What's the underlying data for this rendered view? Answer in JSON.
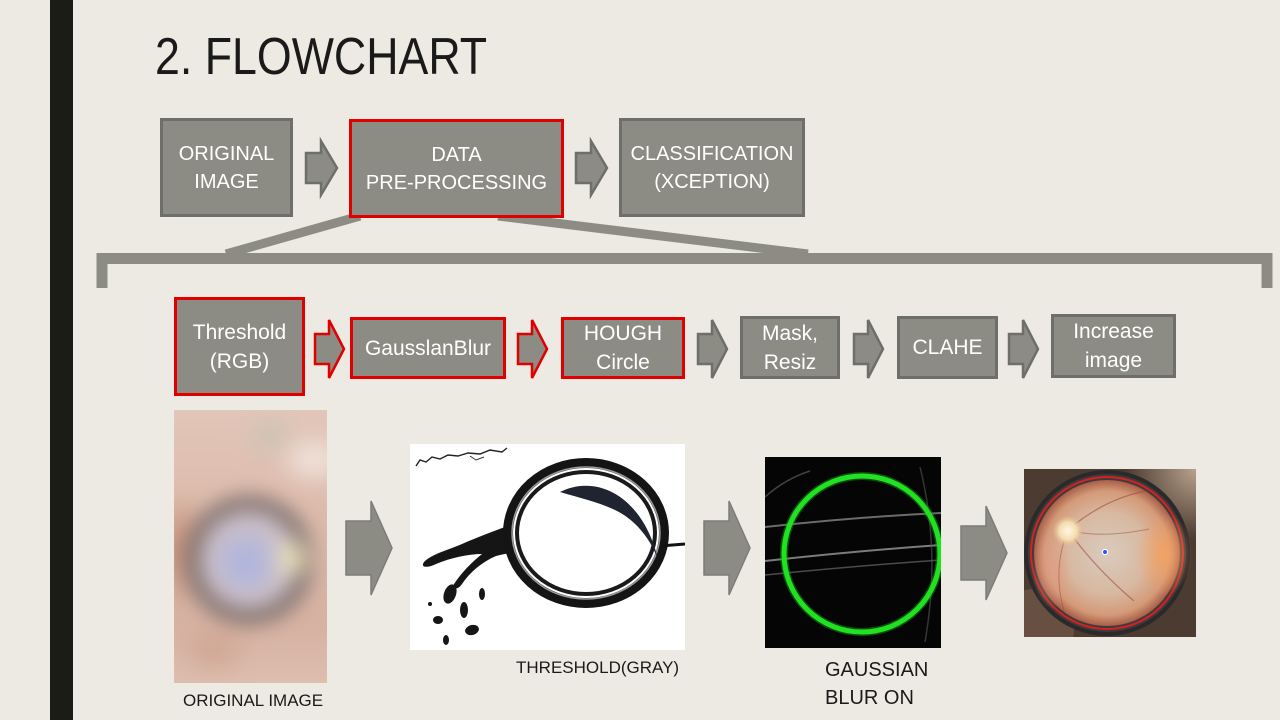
{
  "slide": {
    "title": "2. FLOWCHART"
  },
  "colors": {
    "background": "#EDEAE3",
    "accent_bar": "#1B1C15",
    "box_fill": "#8C8C85",
    "box_border": "#6F6F69",
    "highlight": "#E00000",
    "box_text": "#FFFFFF",
    "text": "#1A1A1A"
  },
  "pipeline": {
    "steps": [
      {
        "lines": [
          "ORIGINAL",
          "IMAGE"
        ],
        "highlighted": false
      },
      {
        "lines": [
          "DATA",
          "PRE-PROCESSING"
        ],
        "highlighted": true
      },
      {
        "lines": [
          "CLASSIFICATION",
          "(XCEPTION)"
        ],
        "highlighted": false
      }
    ],
    "arrows": [
      {
        "highlighted": false
      },
      {
        "highlighted": false
      }
    ]
  },
  "preprocessing": {
    "steps": [
      {
        "lines": [
          "Threshold",
          "(RGB)"
        ],
        "highlighted": true
      },
      {
        "lines": [
          "GausslanBlur"
        ],
        "highlighted": true
      },
      {
        "lines": [
          "HOUGH",
          "Circle"
        ],
        "highlighted": true
      },
      {
        "lines": [
          "Mask,",
          "Resiz"
        ],
        "highlighted": false
      },
      {
        "lines": [
          "CLAHE"
        ],
        "highlighted": false
      },
      {
        "lines": [
          "Increase",
          "image"
        ],
        "highlighted": false
      }
    ],
    "arrows": [
      {
        "highlighted": true
      },
      {
        "highlighted": true
      },
      {
        "highlighted": false
      },
      {
        "highlighted": false
      },
      {
        "highlighted": false
      }
    ]
  },
  "examples": {
    "original_caption": "ORIGINAL IMAGE",
    "threshold_caption": "THRESHOLD(GRAY)",
    "gaussian_caption": [
      "GAUSSIAN",
      "BLUR ON"
    ]
  }
}
